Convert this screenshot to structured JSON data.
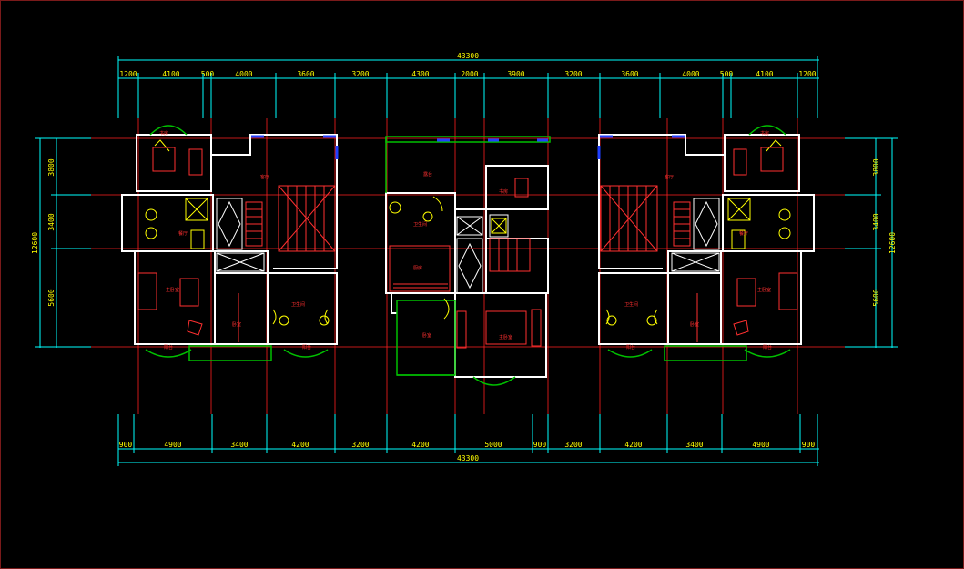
{
  "overall_top": "43300",
  "overall_bottom": "43300",
  "top_dims": [
    "1200",
    "4100",
    "500",
    "4000",
    "3600",
    "3200",
    "4300",
    "2000",
    "3900",
    "3200",
    "3600",
    "4000",
    "500",
    "4100",
    "1200"
  ],
  "bottom_dims": [
    "900",
    "4900",
    "3400",
    "4200",
    "3200",
    "4200",
    "5000",
    "900",
    "3200",
    "4200",
    "3400",
    "4900",
    "900"
  ],
  "left_dims": {
    "overall": "12600",
    "parts": [
      "3800",
      "3400",
      "5600"
    ]
  },
  "right_dims": {
    "overall": "12600",
    "parts": [
      "3800",
      "3400",
      "5600"
    ]
  },
  "colors": {
    "dimension": "#00ffff",
    "text": "#ffff00",
    "axis": "#ff2020",
    "wall": "#ffffff",
    "window": "#00c000",
    "fixture": "#ffff00",
    "frame": "#7a1a1a"
  },
  "rooms": {
    "left": [
      "书房",
      "客厅",
      "餐厅",
      "主卧室",
      "卧室",
      "卫生间",
      "阳台",
      "阳台"
    ],
    "center": [
      "露台",
      "卫生间",
      "书房",
      "主卧室",
      "卧室",
      "厨房"
    ],
    "right": [
      "书房",
      "客厅",
      "餐厅",
      "主卧室",
      "卧室",
      "卫生间",
      "阳台",
      "阳台"
    ]
  }
}
